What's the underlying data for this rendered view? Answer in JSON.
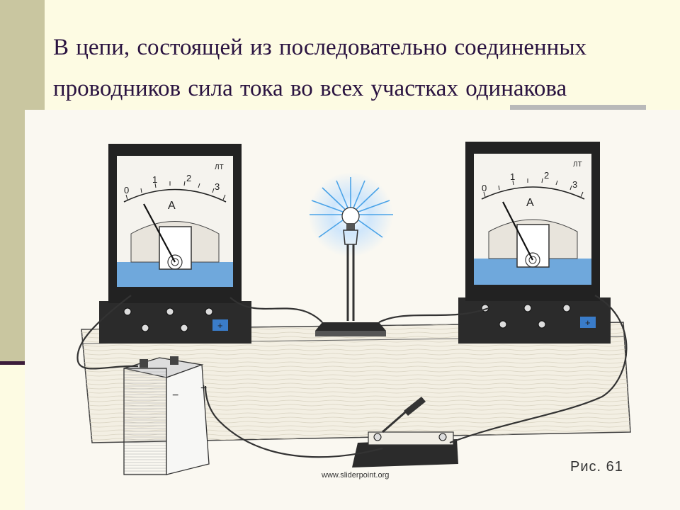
{
  "slide": {
    "title_line1": "В цепи, состоящей из последовательно соединенных",
    "title_line2": "проводников сила тока во всех  участках одинакова"
  },
  "figure": {
    "caption": "Рис. 61",
    "watermark": "www.sliderpoint.org",
    "ammeter_left": {
      "scale": [
        "0",
        "1",
        "2",
        "3"
      ],
      "unit": "А",
      "corner_mark": "ЛТ",
      "terminal_sign": "+",
      "needle_value": 0.6
    },
    "ammeter_right": {
      "scale": [
        "0",
        "1",
        "2",
        "3"
      ],
      "unit": "А",
      "corner_mark": "ЛТ",
      "terminal_sign": "+",
      "needle_value": 0.6
    },
    "battery": {
      "minus_sign": "−",
      "plus_sign": "+"
    }
  },
  "colors": {
    "background": "#fdfbe3",
    "left_bar": "#c9c6a0",
    "title_text": "#2a1340",
    "meter_blue": "#6fa8dc",
    "lamp_glow": "#4aa3e8"
  },
  "icons": {
    "lamp": "light-bulb-icon",
    "switch": "knife-switch-icon",
    "battery": "battery-icon"
  }
}
